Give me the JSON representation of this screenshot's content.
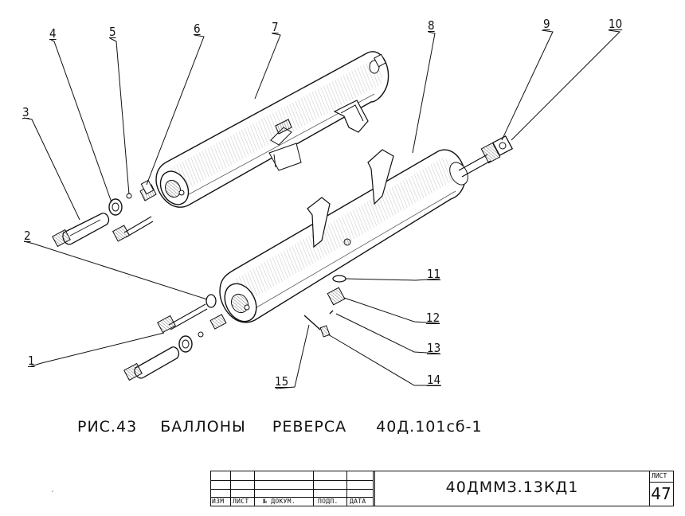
{
  "callouts": {
    "c1": "1",
    "c2": "2",
    "c3": "3",
    "c4": "4",
    "c5": "5",
    "c6": "6",
    "c7": "7",
    "c8": "8",
    "c9": "9",
    "c10": "10",
    "c11": "11",
    "c12": "12",
    "c13": "13",
    "c14": "14",
    "c15": "15"
  },
  "caption": {
    "figure": "РИС.43",
    "title": "БАЛЛОНЫ",
    "subtitle": "РЕВЕРСА",
    "code": "40Д.101сб-1"
  },
  "title_block": {
    "labels": [
      "ИЗМ",
      "ЛИСТ",
      "№ ДОКУМ.",
      "ПОДП.",
      "ДАТА"
    ],
    "document_code": "40ДММЗ.13КД1",
    "sheet_label": "ЛИСТ",
    "sheet_number": "47"
  }
}
